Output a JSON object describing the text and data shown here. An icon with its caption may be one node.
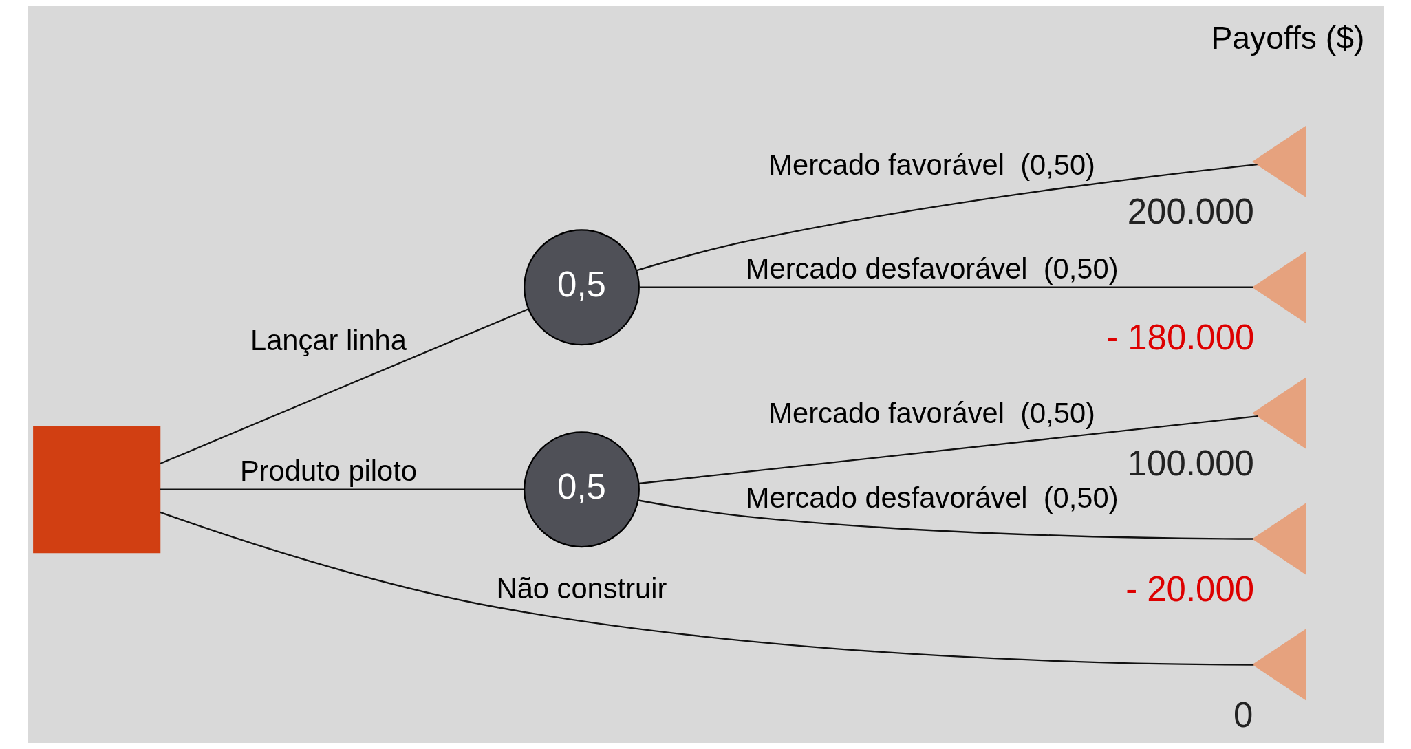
{
  "diagram": {
    "nodes": [
      {
        "text": [],
        "shape": "box"
      },
      {
        "text": [
          "0,5"
        ]
      },
      {
        "text": [
          "0,5"
        ]
      },
      {
        "text": [],
        "shape": "triangle",
        "beside": [
          "200.000"
        ]
      },
      {
        "text": [],
        "shape": "triangle",
        "beside": [
          "- 180.000"
        ]
      },
      {
        "text": [],
        "shape": "triangle",
        "beside": [
          "100.000"
        ]
      },
      {
        "text": [],
        "shape": "triangle",
        "beside": [
          "- 20.000"
        ]
      },
      {
        "text": [],
        "shape": "triangle",
        "beside": [
          "0"
        ]
      }
    ],
    "edges": [
      {
        "from": 0,
        "to": 1,
        "arrow": "none",
        "label": "Lançar linha"
      },
      {
        "from": 0,
        "to": 2,
        "arrow": "none",
        "label": "Produto piloto"
      },
      {
        "from": 0,
        "to": 7,
        "arrow": "none",
        "label": "Não construir"
      },
      {
        "from": 1,
        "to": 3,
        "arrow": "none",
        "label": "Mercado favorável  (0,50)"
      },
      {
        "from": 1,
        "to": 4,
        "arrow": "none",
        "label": "Mercado desfavorável  (0,50)"
      },
      {
        "from": 2,
        "to": 5,
        "arrow": "none",
        "label": "Mercado favorável  (0,50)"
      },
      {
        "from": 2,
        "to": 6,
        "arrow": "none",
        "label": "Mercado desfavorável  (0,50)"
      }
    ],
    "labels": [
      "Payoffs ($)"
    ]
  }
}
